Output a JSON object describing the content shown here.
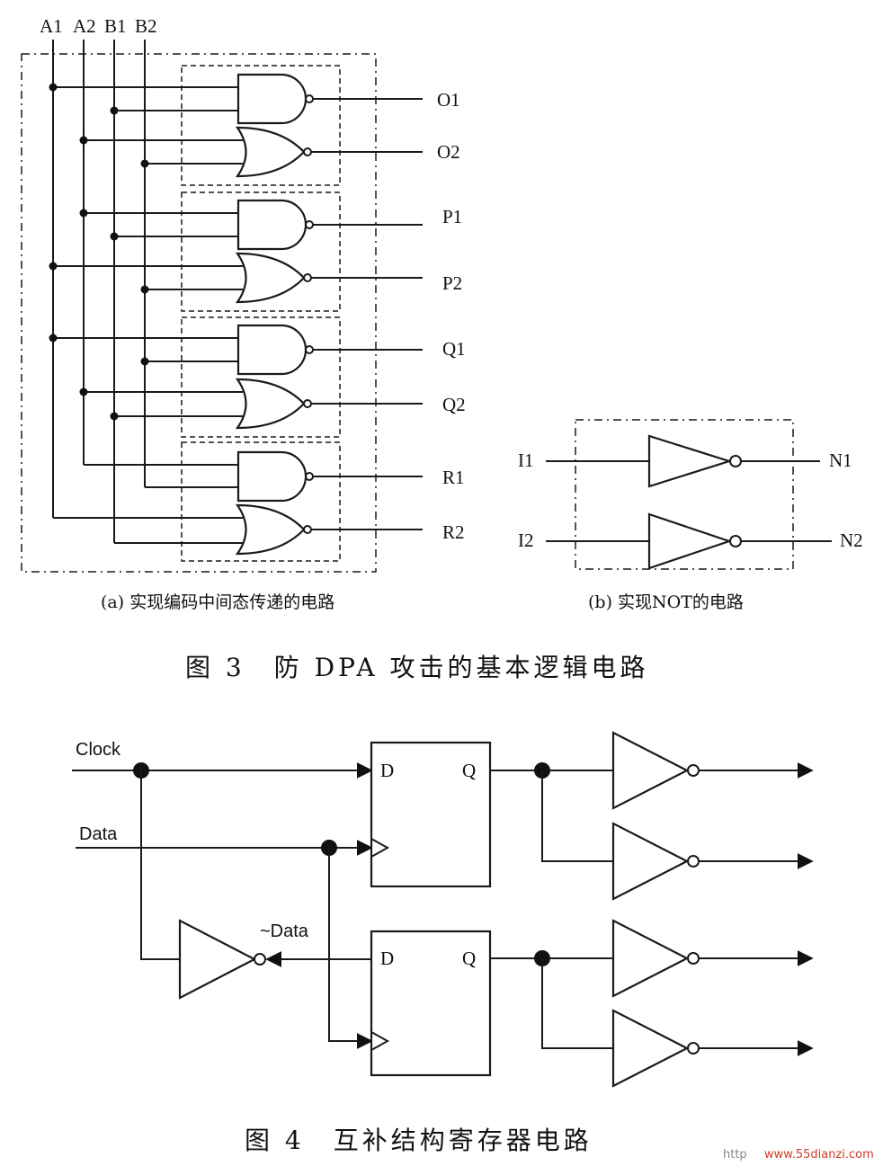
{
  "fig3": {
    "inputs": [
      "A1",
      "A2",
      "B1",
      "B2"
    ],
    "outputs": [
      "O1",
      "O2",
      "P1",
      "P2",
      "Q1",
      "Q2",
      "R1",
      "R2"
    ],
    "not_inputs": [
      "I1",
      "I2"
    ],
    "not_outputs": [
      "N1",
      "N2"
    ],
    "caption_a": "(a) 实现编码中间态传递的电路",
    "caption_b": "(b) 实现NOT的电路",
    "title": "图 3　防 DPA 攻击的基本逻辑电路"
  },
  "fig4": {
    "clock_label": "Clock",
    "data_label": "Data",
    "ndata_label": "~Data",
    "d_label": "D",
    "q_label": "Q",
    "title": "图 4　互补结构寄存器电路"
  },
  "watermark": {
    "prefix": "http",
    "site": "www.55dianzi.com"
  }
}
